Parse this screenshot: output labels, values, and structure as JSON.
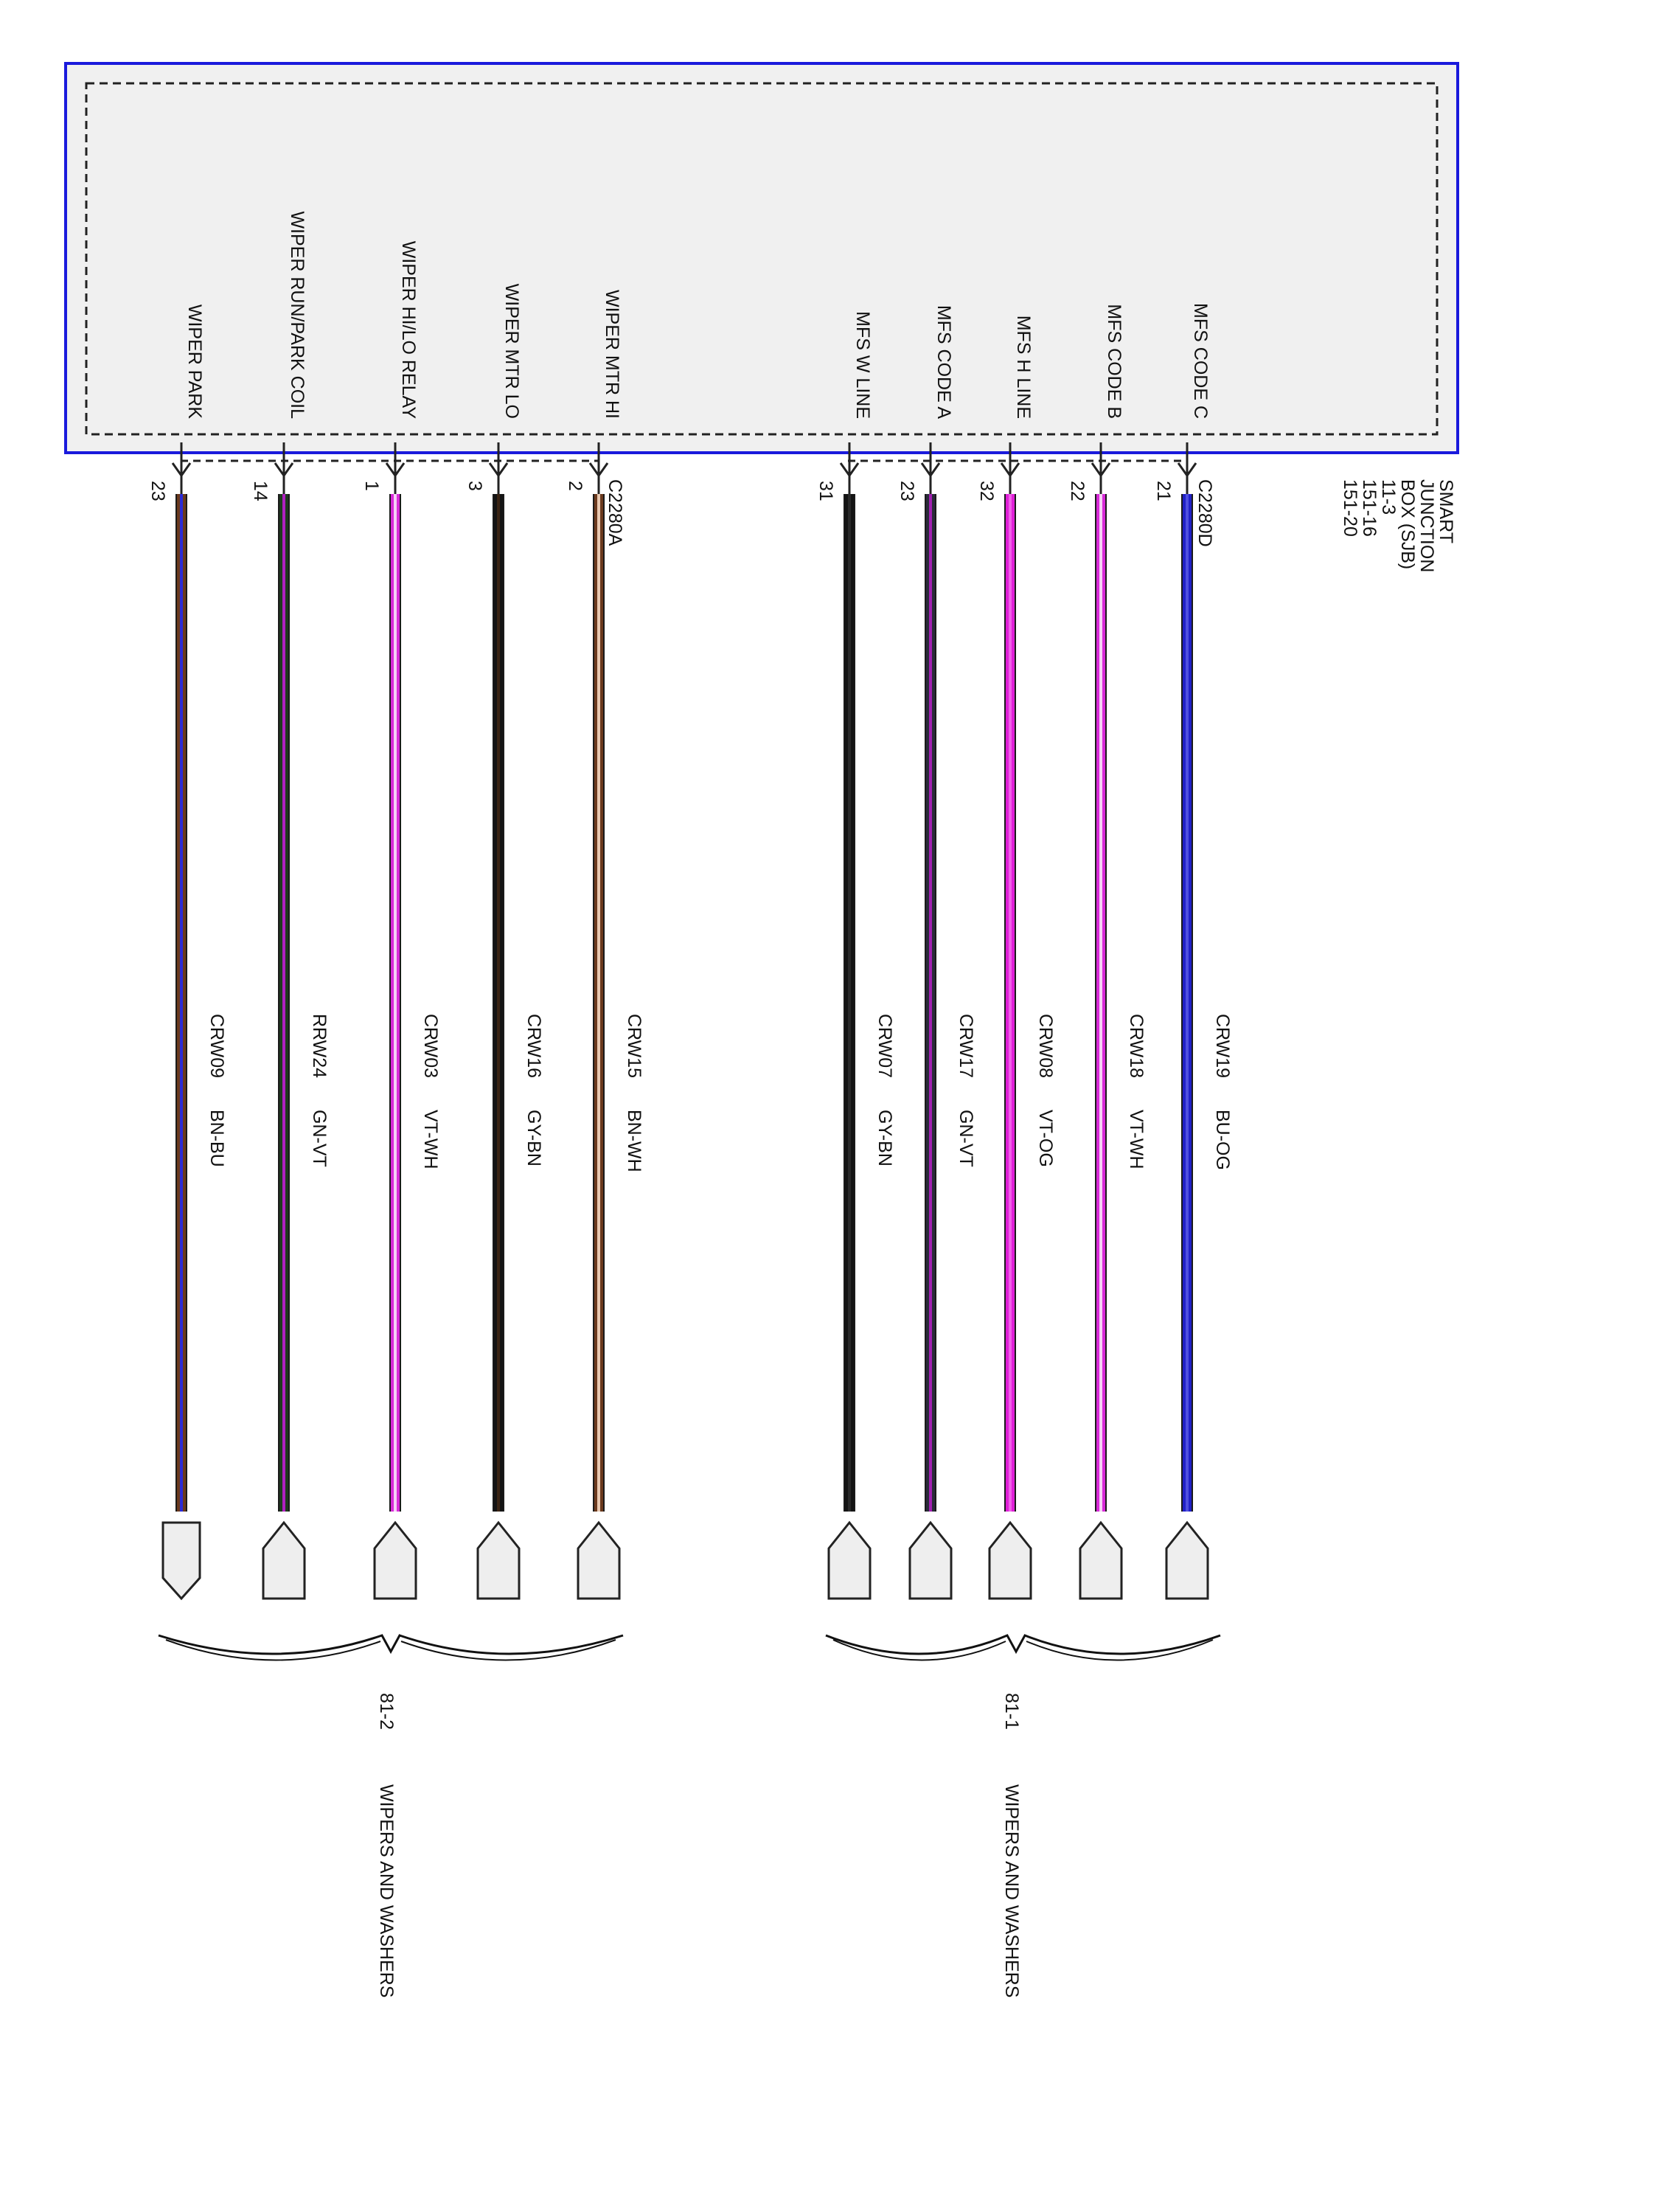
{
  "module": {
    "name_lines": [
      "SMART",
      "JUNCTION",
      "BOX (SJB)",
      "11-3",
      "151-16",
      "151-20"
    ],
    "fill_color": "#f0f0f0",
    "border_color": "#1a1adc"
  },
  "connectors": {
    "a": "C2280A",
    "d": "C2280D"
  },
  "circuits": [
    {
      "label": "WIPER PARK",
      "pin": "23",
      "circuit": "CRW09",
      "color_code": "BN-BU",
      "main_color": "#6b3a1e",
      "stripe_color": "#2b2bd6",
      "end": "plug"
    },
    {
      "label": "WIPER RUN/PARK COIL",
      "pin": "14",
      "circuit": "RRW24",
      "color_code": "GN-VT",
      "main_color": "#1f3a1f",
      "stripe_color": "#b020c0",
      "end": "pin"
    },
    {
      "label": "WIPER HI/LO RELAY",
      "pin": "1",
      "circuit": "CRW03",
      "color_code": "VT-WH",
      "main_color": "#d82ad8",
      "stripe_color": "#f6d0f6",
      "end": "pin"
    },
    {
      "label": "WIPER MTR LO",
      "pin": "3",
      "circuit": "CRW16",
      "color_code": "GY-BN",
      "main_color": "#141414",
      "stripe_color": "#3a2414",
      "end": "pin"
    },
    {
      "label": "WIPER MTR HI",
      "pin": "2",
      "circuit": "CRW15",
      "color_code": "BN-WH",
      "main_color": "#6b3a1e",
      "stripe_color": "#e8c8b0",
      "end": "pin"
    },
    {
      "label": "MFS W LINE",
      "pin": "31",
      "circuit": "CRW07",
      "color_code": "GY-BN",
      "main_color": "#141414",
      "stripe_color": "#2a2a2a",
      "end": "pin"
    },
    {
      "label": "MFS CODE A",
      "pin": "23",
      "circuit": "CRW17",
      "color_code": "GN-VT",
      "main_color": "#2a2a3a",
      "stripe_color": "#a020b0",
      "end": "pin"
    },
    {
      "label": "MFS H LINE",
      "pin": "32",
      "circuit": "CRW08",
      "color_code": "VT-OG",
      "main_color": "#e020d8",
      "stripe_color": "#f060e8",
      "end": "pin"
    },
    {
      "label": "MFS CODE B",
      "pin": "22",
      "circuit": "CRW18",
      "color_code": "VT-WH",
      "main_color": "#d82ad8",
      "stripe_color": "#f6d0f6",
      "end": "pin"
    },
    {
      "label": "MFS CODE C",
      "pin": "21",
      "circuit": "CRW19",
      "color_code": "BU-OG",
      "main_color": "#2020c8",
      "stripe_color": "#5050e0",
      "end": "pin"
    }
  ],
  "groups": [
    {
      "ref": "81-2",
      "name": "WIPERS AND WASHERS"
    },
    {
      "ref": "81-1",
      "name": "WIPERS AND WASHERS"
    }
  ]
}
